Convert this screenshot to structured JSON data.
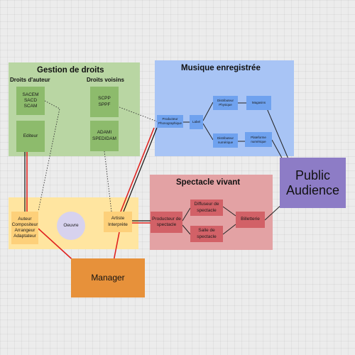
{
  "zones": {
    "rights": {
      "title": "Gestion de droits",
      "author_rights": "Droits d'auteur",
      "neighbouring_rights": "Droits voisins",
      "sacem": "SACEM\nSACD\nSCAM",
      "editeur": "Editeur",
      "scpp": "SCPP\nSPPF",
      "adami": "ADAMI\nSPEDIDAM"
    },
    "creation": {
      "auteur": "Auteur\nCompositeur\nArrangeur\nAdaptateur",
      "oeuvre": "Oeuvre",
      "artiste": "Artiste\nInterprète"
    },
    "recorded": {
      "title": "Musique enregistrée",
      "producteur": "Producteur\nPhonographique",
      "label": "Label",
      "distributeur_physique": "Distributeur\nPhysique",
      "magasins": "Magasins",
      "distributeur_numerique": "Distributeur\nnumérique",
      "plateforme": "Plateforme\nnumérique"
    },
    "live": {
      "title": "Spectacle vivant",
      "producteur": "Producteur de\nspectacle",
      "diffuseur": "Diffuseur de\nspectacle",
      "salle": "Salle de\nspectacle",
      "billetterie": "Billetterie"
    },
    "public": "Public\nAudience",
    "manager": "Manager"
  },
  "colors": {
    "rights_bg": "#b9d6a3",
    "rights_box": "#8dbb6c",
    "creation_bg": "#ffe5a0",
    "creation_box": "#fdd07a",
    "oeuvre": "#d7d2ee",
    "recorded_bg": "#a8c4f5",
    "recorded_box": "#6fa2ef",
    "live_bg": "#e3a2a4",
    "live_box": "#d26167",
    "public": "#8d7cc6",
    "manager": "#e7913a",
    "link_red": "#e0221f"
  }
}
